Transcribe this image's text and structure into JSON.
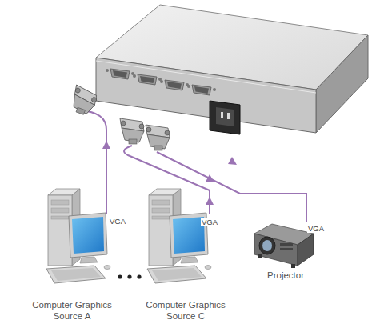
{
  "diagram": {
    "nodes": [
      {
        "text": [
          "Computer Graphics Source A"
        ]
      },
      {
        "text": [
          "Computer Graphics Source C"
        ]
      },
      {
        "text": [
          "Projector"
        ]
      }
    ],
    "labels": [
      "VGA",
      "VGA",
      "VGA"
    ]
  }
}
